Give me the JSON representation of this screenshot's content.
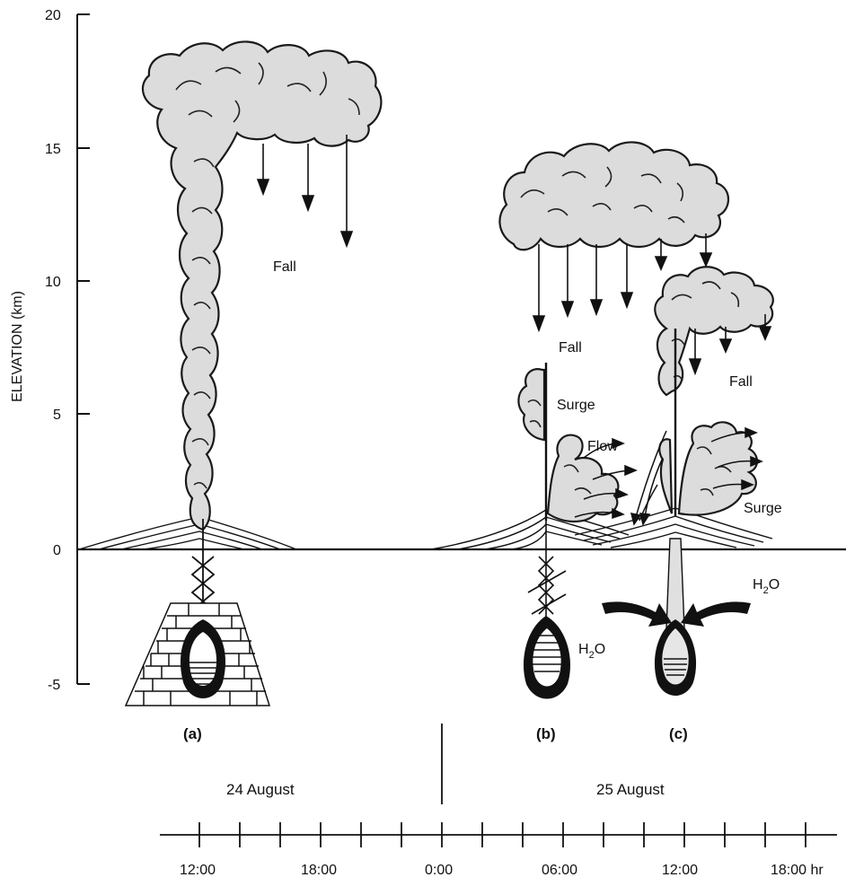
{
  "y_axis": {
    "title": "ELEVATION (km)",
    "ticks": [
      "20",
      "15",
      "10",
      "5",
      "0",
      "-5"
    ]
  },
  "labels": {
    "fall_a": "Fall",
    "fall_b": "Fall",
    "fall_c": "Fall",
    "surge_b": "Surge",
    "flow_b": "Flow",
    "surge_c": "Surge",
    "h2o_b": "H",
    "h2o_b_sub": "2",
    "h2o_b_o": "O",
    "h2o_c": "H",
    "h2o_c_sub": "2",
    "h2o_c_o": "O"
  },
  "panels": {
    "a": "(a)",
    "b": "(b)",
    "c": "(c)"
  },
  "dates": {
    "day1": "24 August",
    "day2": "25 August"
  },
  "timeline": {
    "labels": [
      "12:00",
      "18:00",
      "0:00",
      "06:00",
      "12:00",
      "18:00 hr"
    ]
  },
  "colors": {
    "cloud_fill": "#dcdcdc",
    "ink": "#111111"
  }
}
